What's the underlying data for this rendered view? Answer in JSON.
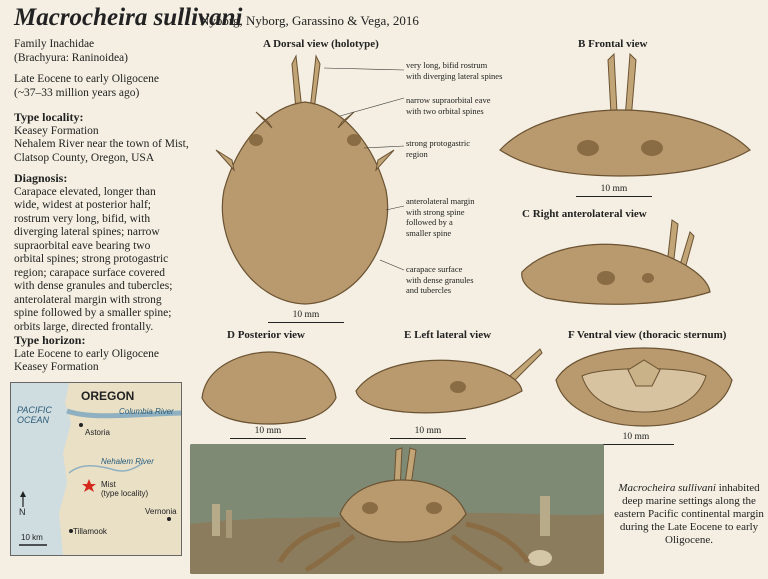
{
  "header": {
    "title": "Macrocheira sullivani",
    "authors": "Nyborg, Nyborg, Garassino & Vega, 2016"
  },
  "classification": {
    "family": "Family Inachidae",
    "superfamily": "(Brachyura: Raninoidea)"
  },
  "age": {
    "line1": "Late Eocene to early Oligocene",
    "line2": "(~37–33 million years ago)"
  },
  "type_locality": {
    "heading": "Type locality:",
    "line1": "Keasey Formation",
    "line2": "Nehalem River near the town of Mist,",
    "line3": "Clatsop County, Oregon, USA"
  },
  "diagnosis": {
    "heading": "Diagnosis:",
    "lines": [
      "Carapace elevated, longer than",
      "wide, widest at posterior half;",
      "rostrum very long, bifid, with",
      "diverging lateral spines; narrow",
      "supraorbital eave bearing two",
      "orbital spines; strong protogastric",
      "region; carapace surface covered",
      "with dense granules and tubercles;",
      "anterolateral margin with strong",
      "spine followed by a smaller spine;",
      "orbits large, directed frontally."
    ]
  },
  "type_horizon": {
    "heading": "Type horizon:",
    "line1": "Late Eocene to early Oligocene",
    "line2": "Keasey Formation"
  },
  "panels": {
    "a_label": "A   Dorsal view (holotype)",
    "b_label": "B   Frontal view",
    "c_label": "C   Right anterolateral view",
    "d_label": "D   Posterior view",
    "e_label": "E   Left lateral view",
    "f_label": "F   Ventral view (thoracic sternum)"
  },
  "annotations": {
    "rostrum": [
      "very long, bifid rostrum",
      "with diverging lateral spines"
    ],
    "eave": [
      "narrow supraorbital eave",
      "with two orbital spines"
    ],
    "protogastric": [
      "strong protogastric",
      "region"
    ],
    "anterolateral": [
      "anterolateral margin",
      "with strong spine",
      "followed by a",
      "smaller spine"
    ],
    "surface": [
      "carapace surface",
      "with dense granules",
      "and tubercles"
    ]
  },
  "scale_label": "10 mm",
  "map": {
    "state": "OREGON",
    "ocean_line1": "PACIFIC",
    "ocean_line2": "OCEAN",
    "columbia": "Columbia River",
    "nehalem": "Nehalem River",
    "astoria": "Astoria",
    "mist": "Mist",
    "mist_note": "(type locality)",
    "vernonia": "Vernonia",
    "tillamook": "Tillamook",
    "north": "N",
    "scale": "10 km",
    "water_color": "#cfdce0",
    "land_color": "#e9e0c6",
    "star_color": "#d42a1e"
  },
  "caption": {
    "species": "Macrocheira sullivani",
    "text": " inhabited deep marine settings along the eastern Pacific continental margin during the Late Eocene to early Oligocene."
  },
  "colors": {
    "background": "#f4efe2",
    "shell": "#b89a6e",
    "shell_outline": "#6b5232"
  }
}
